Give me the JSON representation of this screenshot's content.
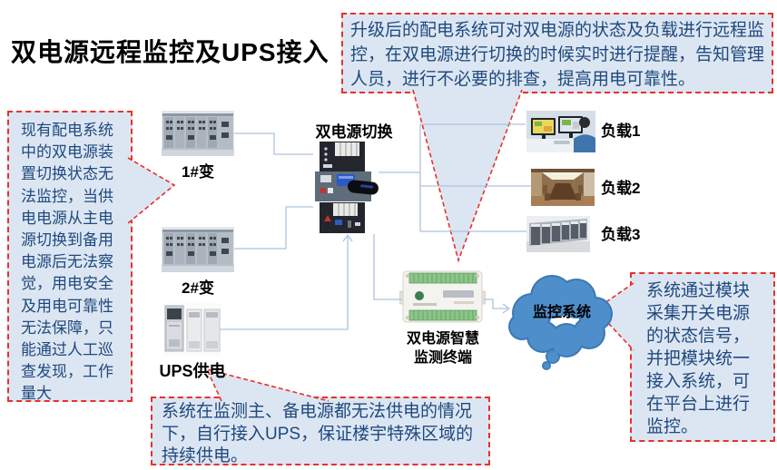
{
  "title": "双电源远程监控及UPS接入",
  "callouts": {
    "top_right": "升级后的配电系统可对双电源的状态及负载进行远程监控，在双电源进行切换的时候实时进行提醒，告知管理人员，进行不必要的排查，提高用电可靠性。",
    "left": "现有配电系统中的双电源装置切换状态无法监控，当供电电源从主电源切换到备用电源后无法察觉，用电安全及用电可靠性无法保障，只能通过人工巡查发现，工作量大",
    "bottom": "系统在监测主、备电源都无法供电的情况下，自行接入UPS，保证楼宇特殊区域的持续供电。",
    "right": "系统通过模块采集开关电源的状态信号，并把模块统一接入系统，可在平台上进行监控。"
  },
  "nodes": {
    "transformer1": {
      "label": "1#变"
    },
    "transformer2": {
      "label": "2#变"
    },
    "ups": {
      "label": "UPS供电"
    },
    "transfer_switch": {
      "label": "双电源切换"
    },
    "terminal": {
      "label_line1": "双电源智慧",
      "label_line2": "监测终端"
    },
    "cloud": {
      "label": "监控系统"
    },
    "load1": {
      "label": "负载1"
    },
    "load2": {
      "label": "负载2"
    },
    "load3": {
      "label": "负载3"
    }
  },
  "colors": {
    "callout_fill": "#dce6f2",
    "callout_border": "#e8312a",
    "callout_text": "#1f497d",
    "title_text": "#000000",
    "cloud_fill": "#4e8ecb",
    "connector_line": "#aac4de"
  }
}
